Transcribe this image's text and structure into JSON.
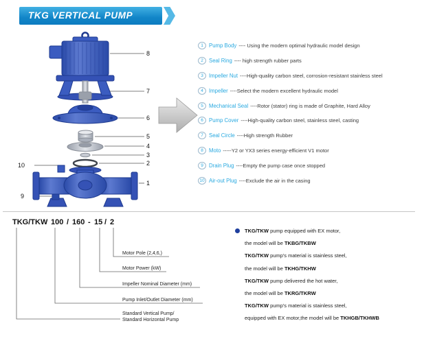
{
  "header": {
    "title": "TKG VERTICAL PUMP"
  },
  "colors": {
    "accent_blue": "#29a9e0",
    "banner_blue": "#1286c8",
    "pump_blue": "#3050b8",
    "note_bullet": "#1f3f9e"
  },
  "diagram": {
    "callouts": [
      "8",
      "7",
      "6",
      "5",
      "4",
      "3",
      "2",
      "1",
      "10",
      "9"
    ],
    "arrow_icon": "right-arrow"
  },
  "parts": [
    {
      "num": "1",
      "name": "Pump Body",
      "desc": "---- Using the modern optimal hydraulic model design"
    },
    {
      "num": "2",
      "name": "Seal Ring",
      "desc": "---- high strength rubber parts"
    },
    {
      "num": "3",
      "name": "Impeller Nut",
      "desc": "----High-quality carbon steel, corrosion-resistant stainless steel"
    },
    {
      "num": "4",
      "name": "Impeller",
      "desc": "----Select the modern excellent hydraulic model"
    },
    {
      "num": "5",
      "name": "Mechanical Seal",
      "desc": "----Rotor (stator) ring is made of Graphite, Hard Alloy"
    },
    {
      "num": "6",
      "name": "Pump Cover",
      "desc": "----High-quality carbon steel, stainless steel, casting"
    },
    {
      "num": "7",
      "name": "Seal Circle",
      "desc": "----High strength Rubber"
    },
    {
      "num": "8",
      "name": "Moto",
      "desc": "-----Y2 or YX3 series energy-efficient V1 motor"
    },
    {
      "num": "9",
      "name": "Drain Plug",
      "desc": "----Empty the pump case once stopped"
    },
    {
      "num": "10",
      "name": "Air-out Plug",
      "desc": "----Exclude the air in the casing"
    }
  ],
  "model": {
    "tokens": [
      "TKG/TKW",
      "100",
      "/",
      "160",
      "-",
      "15",
      "/",
      "2"
    ],
    "labels": [
      "Motor Pole (2,4,6,)",
      "Motor Power  (kW)",
      "Impeller Nominal Diameter (mm)",
      "Pump Inlet/Outlet Diameter (mm)",
      "Standard Vertical Pump/",
      "Standard Horizontal Pump"
    ]
  },
  "notes": {
    "lines": [
      {
        "pre": "TKG/TKW",
        "mid": " pump equipped with EX motor,",
        "code": ""
      },
      {
        "pre": "",
        "mid": "the model will be ",
        "code": "TKBG/TKBW"
      },
      {
        "pre": "TKG/TKW",
        "mid": " pump's material is stainless steel,",
        "code": ""
      },
      {
        "pre": "",
        "mid": "the model will be ",
        "code": "TKHG/TKHW"
      },
      {
        "pre": "TKG/TKW",
        "mid": " pump delivered the hot water,",
        "code": ""
      },
      {
        "pre": "",
        "mid": "the model will be ",
        "code": "TKRG/TKRW"
      },
      {
        "pre": "TKG/TKW",
        "mid": " pump's material is stainless steel,",
        "code": ""
      },
      {
        "pre": "",
        "mid": "equipped with EX motor,the model will be ",
        "code": "TKHGB/TKHWB"
      }
    ]
  }
}
